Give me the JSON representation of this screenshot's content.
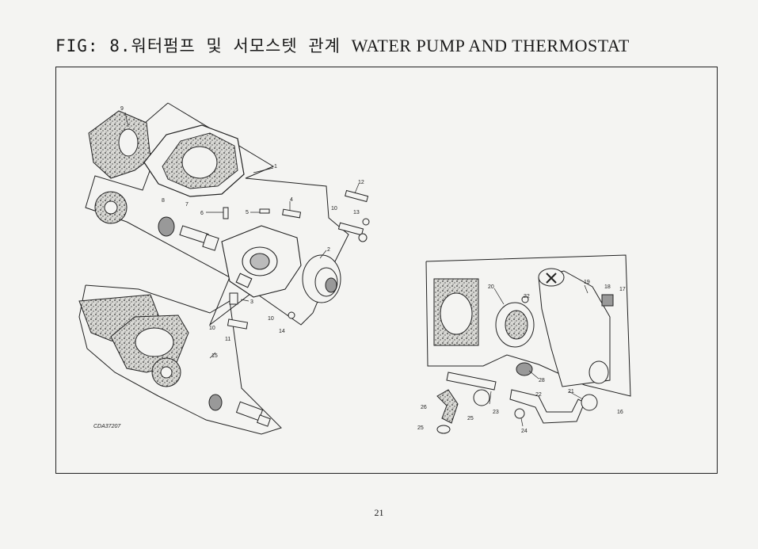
{
  "header": {
    "prefix": "FIG: 8.",
    "title_ko": "워터펌프 및 서모스텟 관계",
    "title_en": "WATER PUMP AND THERMOSTAT"
  },
  "diagram": {
    "drawing_code": "CDA37207",
    "callouts_left": [
      {
        "id": "c9",
        "text": "9"
      },
      {
        "id": "c1",
        "text": "1"
      },
      {
        "id": "c8",
        "text": "8"
      },
      {
        "id": "c7",
        "text": "7"
      },
      {
        "id": "c12",
        "text": "12"
      },
      {
        "id": "c10a",
        "text": "10"
      },
      {
        "id": "c13",
        "text": "13"
      },
      {
        "id": "c6",
        "text": "6"
      },
      {
        "id": "c5",
        "text": "5"
      },
      {
        "id": "c4",
        "text": "4"
      },
      {
        "id": "c2",
        "text": "2"
      },
      {
        "id": "c3",
        "text": "3"
      },
      {
        "id": "c10b",
        "text": "10"
      },
      {
        "id": "c10c",
        "text": "10"
      },
      {
        "id": "c14",
        "text": "14"
      },
      {
        "id": "c11",
        "text": "11"
      },
      {
        "id": "c15",
        "text": "15"
      }
    ],
    "callouts_right": [
      {
        "id": "c20",
        "text": "20"
      },
      {
        "id": "c22a",
        "text": "22"
      },
      {
        "id": "c19",
        "text": "19"
      },
      {
        "id": "c18",
        "text": "18"
      },
      {
        "id": "c17",
        "text": "17"
      },
      {
        "id": "c28",
        "text": "28"
      },
      {
        "id": "c22b",
        "text": "22"
      },
      {
        "id": "c21",
        "text": "21"
      },
      {
        "id": "c16",
        "text": "16"
      },
      {
        "id": "c26",
        "text": "26"
      },
      {
        "id": "c25a",
        "text": "25"
      },
      {
        "id": "c23",
        "text": "23"
      },
      {
        "id": "c24",
        "text": "24"
      },
      {
        "id": "c25b",
        "text": "25"
      }
    ]
  },
  "footer": {
    "page_number": "21"
  }
}
